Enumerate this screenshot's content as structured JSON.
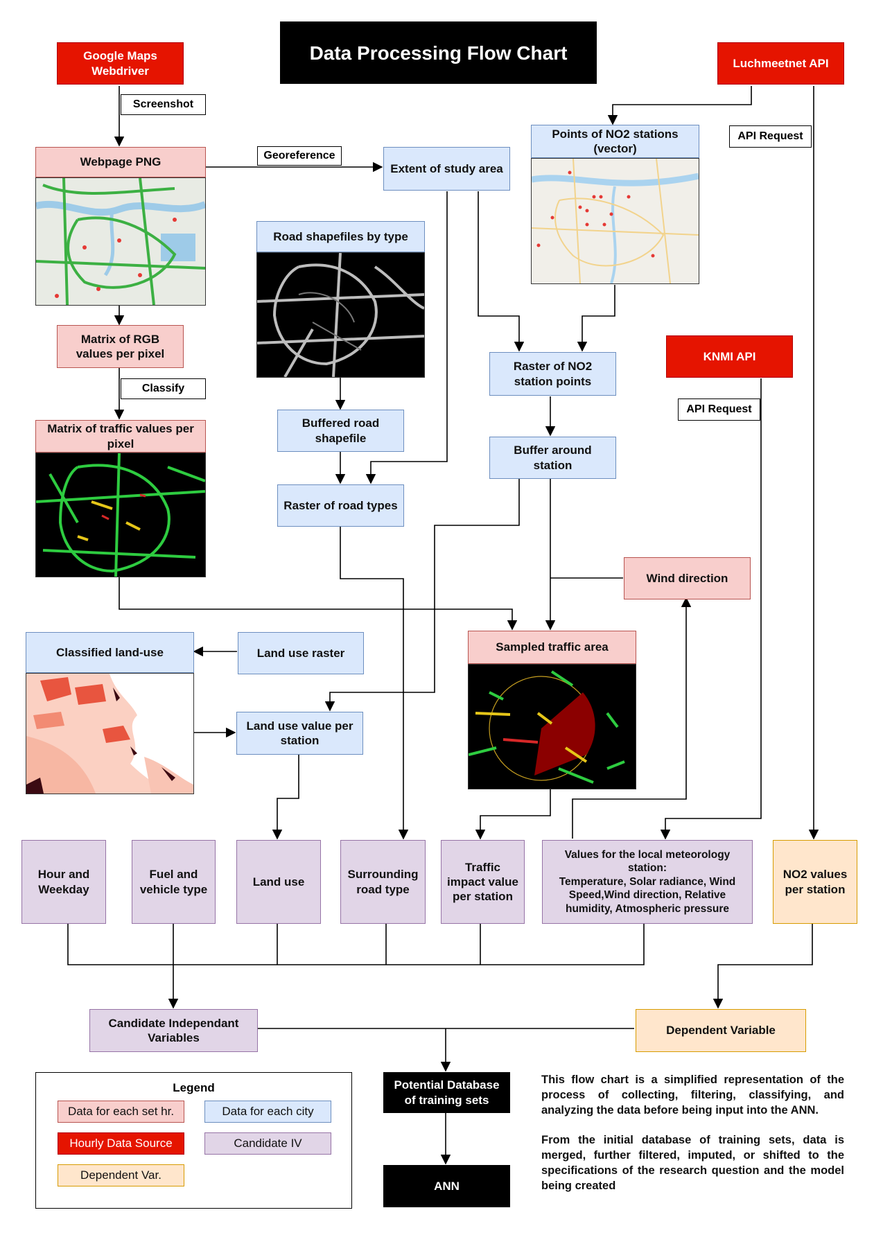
{
  "title": "Data Processing Flow Chart",
  "sources": {
    "google_maps": "Google Maps Webdriver",
    "luchmeetnet": "Luchmeetnet API",
    "knmi": "KNMI API"
  },
  "edge_labels": {
    "screenshot": "Screenshot",
    "georeference": "Georeference",
    "classify": "Classify",
    "api_request_1": "API Request",
    "api_request_2": "API Request"
  },
  "nodes": {
    "webpage_png": "Webpage PNG",
    "extent": "Extent of study area",
    "no2_points": "Points of NO2 stations (vector)",
    "road_shapefiles": "Road shapefiles by type",
    "matrix_rgb": "Matrix of RGB values per pixel",
    "raster_no2": "Raster of NO2 station points",
    "knmi_api": "KNMI API",
    "matrix_traffic": "Matrix of traffic values per pixel",
    "buffered_road": "Buffered road shapefile",
    "buffer_station": "Buffer around station",
    "raster_road": "Raster of road types",
    "wind_direction": "Wind direction",
    "classified_landuse": "Classified land-use",
    "landuse_raster": "Land use raster",
    "sampled_traffic": "Sampled traffic area",
    "landuse_value": "Land use value per station",
    "hour_weekday": "Hour and Weekday",
    "fuel_vehicle": "Fuel and vehicle type",
    "land_use": "Land use",
    "surrounding_road": "Surrounding road type",
    "traffic_impact": "Traffic impact value per station",
    "meteo_title": "Values for the local meteorology station:",
    "meteo_body": "Temperature, Solar radiance, Wind Speed,Wind direction, Relative humidity, Atmospheric pressure",
    "no2_values": "NO2 values per station",
    "candidate_iv": "Candidate Independant Variables",
    "dependent_var": "Dependent Variable",
    "potential_db": "Potential Database of training sets",
    "ann": "ANN"
  },
  "legend": {
    "title": "Legend",
    "items": [
      {
        "label": "Data for each set hr.",
        "color": "#f8cecc"
      },
      {
        "label": "Data for each city",
        "color": "#dae8fc"
      },
      {
        "label": "Hourly Data Source",
        "color": "#e51400"
      },
      {
        "label": "Candidate IV",
        "color": "#e1d5e7"
      },
      {
        "label": "Dependent Var.",
        "color": "#ffe6cc"
      }
    ]
  },
  "note": {
    "p1": "This flow chart is a simplified representation of the process of collecting, filtering, classifying, and analyzing the data before being input into the ANN.",
    "p2": "From the initial database of training sets, data is merged, further filtered, imputed, or shifted to the specifications of the research question and the model being created"
  }
}
